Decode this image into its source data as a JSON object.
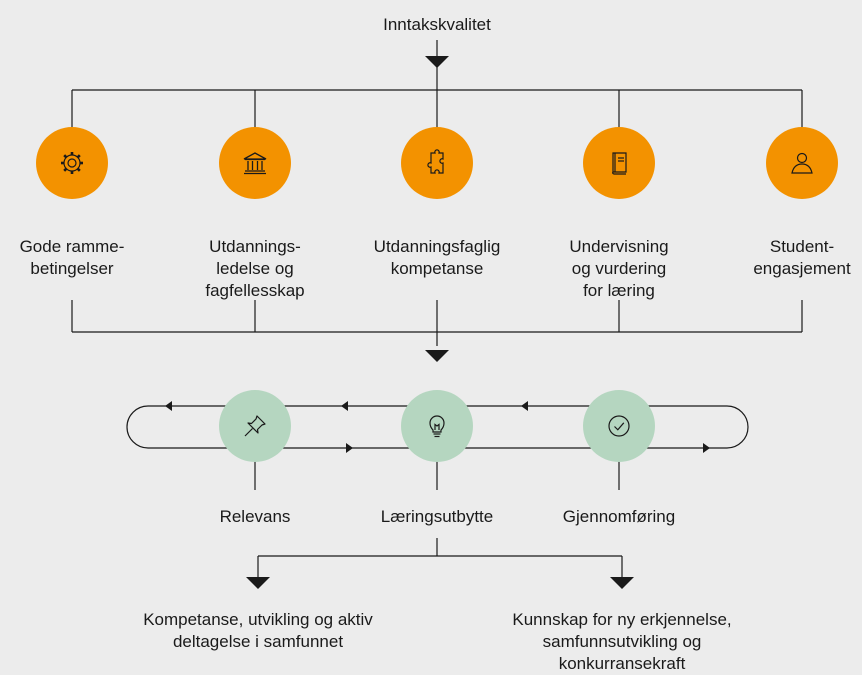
{
  "diagram": {
    "input": {
      "label": "Inntakskvalitet"
    },
    "factors": [
      {
        "label": "Gode ramme-\nbetingelser",
        "icon": "gear-icon"
      },
      {
        "label": "Utdannings-\nledelse og\nfagfellesskap",
        "icon": "institution-building-icon"
      },
      {
        "label": "Utdanningsfaglig\nkompetanse",
        "icon": "puzzle-piece-icon"
      },
      {
        "label": "Undervisning\nog vurdering\nfor læring",
        "icon": "book-icon"
      },
      {
        "label": "Student-\nengasjement",
        "icon": "person-icon"
      }
    ],
    "outcomes": [
      {
        "label": "Relevans",
        "icon": "pushpin-icon"
      },
      {
        "label": "Læringsutbytte",
        "icon": "lightbulb-icon"
      },
      {
        "label": "Gjennomføring",
        "icon": "checkmark-circle-icon"
      }
    ],
    "results": [
      {
        "label": "Kompetanse, utvikling og aktiv\ndeltagelse i samfunnet"
      },
      {
        "label": "Kunnskap for ny erkjennelse,\nsamfunnsutvikling og konkurransekraft"
      }
    ]
  },
  "colors": {
    "background": "#ececec",
    "factor_circle": "#f39200",
    "outcome_circle": "#b5d6c0",
    "line": "#1a1a1a"
  }
}
